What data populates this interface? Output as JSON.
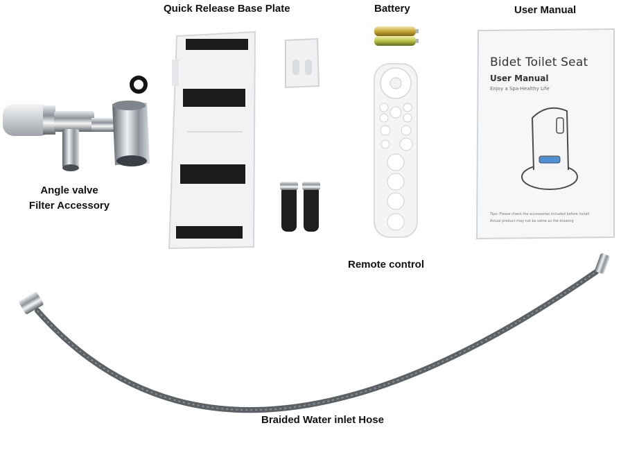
{
  "labels": {
    "base_plate": "Quick Release Base Plate",
    "battery": "Battery",
    "user_manual": "User Manual",
    "angle_valve_line1": "Angle valve",
    "angle_valve_line2": "Filter Accessory",
    "remote_control": "Remote control",
    "hose": "Braided Water inlet Hose"
  },
  "manual": {
    "title": "Bidet Toilet Seat",
    "subtitle": "User Manual",
    "tagline": "Enjoy a Spa-Healthy Life",
    "tips_line1": "Tips: Please check the accessories included before install.",
    "tips_line2": "Actual product may not be same as the drawing"
  },
  "colors": {
    "hose": "#5c6166",
    "chrome": "#b8bcc2",
    "black_strip": "#1c1c1c",
    "plate": "#f1f2f4",
    "remote": "#f4f4f4",
    "battery_gold": "#c9a836"
  }
}
